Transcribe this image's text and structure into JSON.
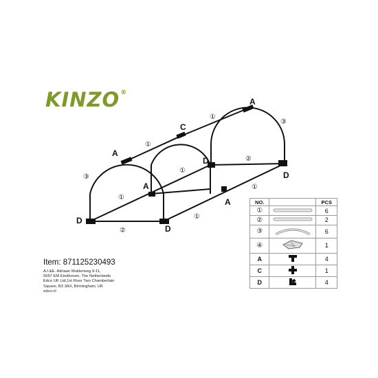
{
  "brand": {
    "name": "KINZO",
    "mark": "®"
  },
  "item_label": "Item: 871125230493",
  "address_lines": [
    "A.I.&E. Adriaan Mulderweg 9-11,",
    "5657 EM Eindhoven, The Netherlands",
    "Edco UK Ltd,1st Floor Two Chamberlain",
    "Square, B3 3AX, Birmingham, UK",
    "edco.nl"
  ],
  "diagram_labels": {
    "A": "A",
    "C": "C",
    "D": "D",
    "n1": "①",
    "n2": "②",
    "n3": "③"
  },
  "parts_table": {
    "headers": {
      "no": "NO.",
      "pcs": "PCS"
    },
    "rows": [
      {
        "no": "①",
        "pcs": "6",
        "icon": "straight-tube-icon"
      },
      {
        "no": "②",
        "pcs": "2",
        "icon": "straight-tube-icon"
      },
      {
        "no": "③",
        "pcs": "6",
        "icon": "curved-tube-icon"
      },
      {
        "no": "④",
        "pcs": "1",
        "icon": "cover-sheet-icon"
      },
      {
        "no": "A",
        "pcs": "4",
        "icon": "t-connector-icon"
      },
      {
        "no": "C",
        "pcs": "1",
        "icon": "cross-connector-icon"
      },
      {
        "no": "D",
        "pcs": "4",
        "icon": "corner-connector-icon"
      }
    ]
  }
}
